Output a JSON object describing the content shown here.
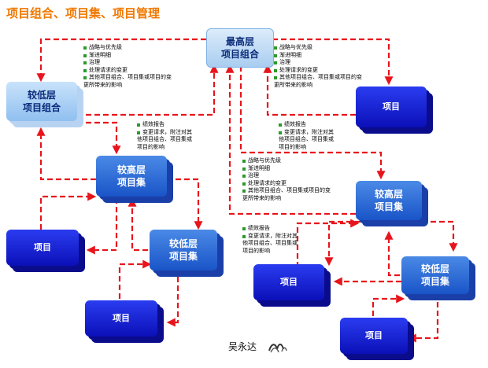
{
  "title": "项目组合、项目集、项目管理",
  "boxes": {
    "top": [
      "最高层",
      "项目组合"
    ],
    "lower_portfolio": [
      "较低层",
      "项目组合"
    ],
    "higher_program": [
      "较高层",
      "项目集"
    ],
    "lower_program_left": [
      "较低层",
      "项目集"
    ],
    "higher_program_right": [
      "较高层",
      "项目集"
    ],
    "lower_program_right": [
      "较低层",
      "项目集"
    ],
    "project": "项目"
  },
  "notes": {
    "top_left": [
      "战略与优先级",
      "渐进明细",
      "治理",
      "处理请求的变更",
      "其他项目组合、项目集或项目的变",
      "更所带来的影响"
    ],
    "top_right": [
      "战略与优先级",
      "渐进明细",
      "治理",
      "处理请求的变更",
      "其他项目组合、项目集或项目的变",
      "更所带来的影响"
    ],
    "perf_left": [
      "绩效报告",
      "变更请求，附注对其",
      "他项目组合、项目集或",
      "项目的影响"
    ],
    "perf_center": [
      "绩效报告",
      "变更请求，附注对其",
      "他项目组合、项目集或",
      "项目的影响"
    ],
    "mid_center": [
      "战略与优先级",
      "渐进明细",
      "治理",
      "处理请求的变更",
      "其他项目组合、项目集或项目的变",
      "更所带来的影响"
    ],
    "perf_bottom": [
      "绩效报告",
      "变更请求，附注对其",
      "他项目组合、项目集或",
      "项目的影响"
    ]
  },
  "author": "吴永达",
  "colors": {
    "arrow": "#e8141c",
    "bullet": "#2a9a2a",
    "title": "#f07800"
  }
}
